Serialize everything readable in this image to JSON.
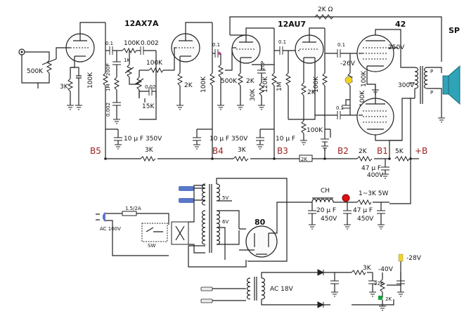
{
  "tubes": {
    "v1": "12AX7A",
    "v2": "12AU7",
    "v3": "42",
    "rect": "80"
  },
  "labels": {
    "fb": "2K Ω",
    "r500k_in": "500K",
    "r3k_v1": "3K",
    "r100k_v1": "100K",
    "c01_a": "0.1",
    "r100k_tone": "100K",
    "c0002_a": "0.002",
    "c200p": "200P",
    "r1m_tone": "1M",
    "r1k_tone": "1K",
    "r100k_tone2": "100K",
    "c0002_b": "0.002",
    "c002": "0.02",
    "r15k": "15K",
    "r2k_v1b": "2K",
    "c01_b": "0.1",
    "r100k_v1b": "100K",
    "r500k_vol": "500K",
    "r2k_v2": "2K",
    "c20p": "20P",
    "r30k": "30K",
    "r120k": "120K",
    "c01_c": "0.1",
    "r1m_pi": "1M",
    "r2k_pi": "2K",
    "r100k_pi": "100K",
    "c01_d": "0.1",
    "neg26": "-26V",
    "r100k_g1": "100K",
    "r100k_g2": "100K",
    "c01_e": "0.1",
    "v250": "250V",
    "v300": "300V",
    "sp": "SP",
    "cap_b5": "10 μ F 350V",
    "cap_b4": "10 μ F 350V",
    "cap_b3": "10 μ F",
    "r3k_b5": "3K",
    "r3k_b4": "3K",
    "r2k_b3": "2K",
    "r2k_b2": "2K",
    "r5k": "5K",
    "b5": "B5",
    "b4": "B4",
    "b3": "B3",
    "b2": "B2",
    "b1": "B1",
    "plus_b": "+B",
    "c47_top": "47 μ F",
    "c47_top_v": "400V",
    "tap_5v": "5V",
    "ch": "CH",
    "r1_3k": "1~3K 5W",
    "c20": "20 μ F",
    "c20_v": "450V",
    "c47": "47 μ F",
    "c47_v": "450V",
    "fuse": "1.5/2A",
    "ac100": "AC 100V",
    "sw": "SW",
    "ac18": "AC 18V",
    "r3k_bias": "3K",
    "neg40": "-40V",
    "r22k": "22K",
    "r2k_bias": "2K",
    "neg28": "-28V"
  },
  "colors": {
    "line": "#222222",
    "bus_label": "#9a2020",
    "speaker": "#2fa3b8",
    "lamp_red": "#e01010",
    "lamp_yellow": "#f3d21a",
    "led_green": "#19a33a",
    "accent_pink": "#c04fa0",
    "heater_blue": "#5a78c8"
  }
}
